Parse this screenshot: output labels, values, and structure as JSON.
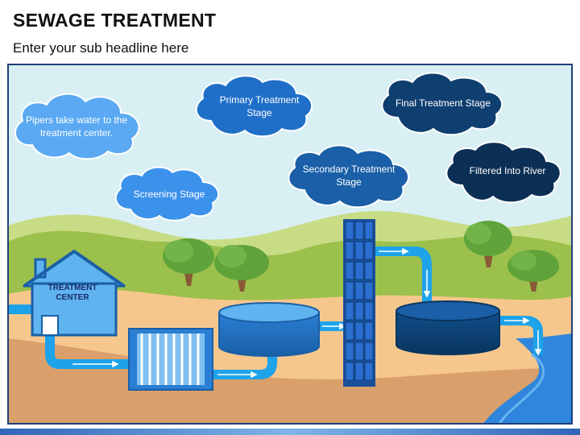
{
  "header": {
    "title": "SEWAGE TREATMENT",
    "subtitle": "Enter your sub headline here"
  },
  "clouds": [
    {
      "id": "pipes",
      "text": "Pipers take water to the treatment center.",
      "color": "#5aa9f2"
    },
    {
      "id": "screening",
      "text": "Screening Stage",
      "color": "#3c92ea"
    },
    {
      "id": "primary",
      "text": "Primary Treatment Stage",
      "color": "#1f6fc8"
    },
    {
      "id": "secondary",
      "text": "Secondary Treatment Stage",
      "color": "#1a5fa7"
    },
    {
      "id": "final",
      "text": "Final Treatment Stage",
      "color": "#0f3f70"
    },
    {
      "id": "filtered",
      "text": "Filtered Into River",
      "color": "#0c2f55"
    }
  ],
  "treatment_center": {
    "label": "TREATMENT CENTER"
  },
  "colors": {
    "sky": "#d8eff3",
    "hill_light": "#c8dc86",
    "hill_dark": "#9cc04c",
    "sand": "#f6c78d",
    "soil": "#d9a06b",
    "pipe": "#1ea3ea",
    "river": "#2f86dc",
    "frame": "#1f3f7a"
  }
}
